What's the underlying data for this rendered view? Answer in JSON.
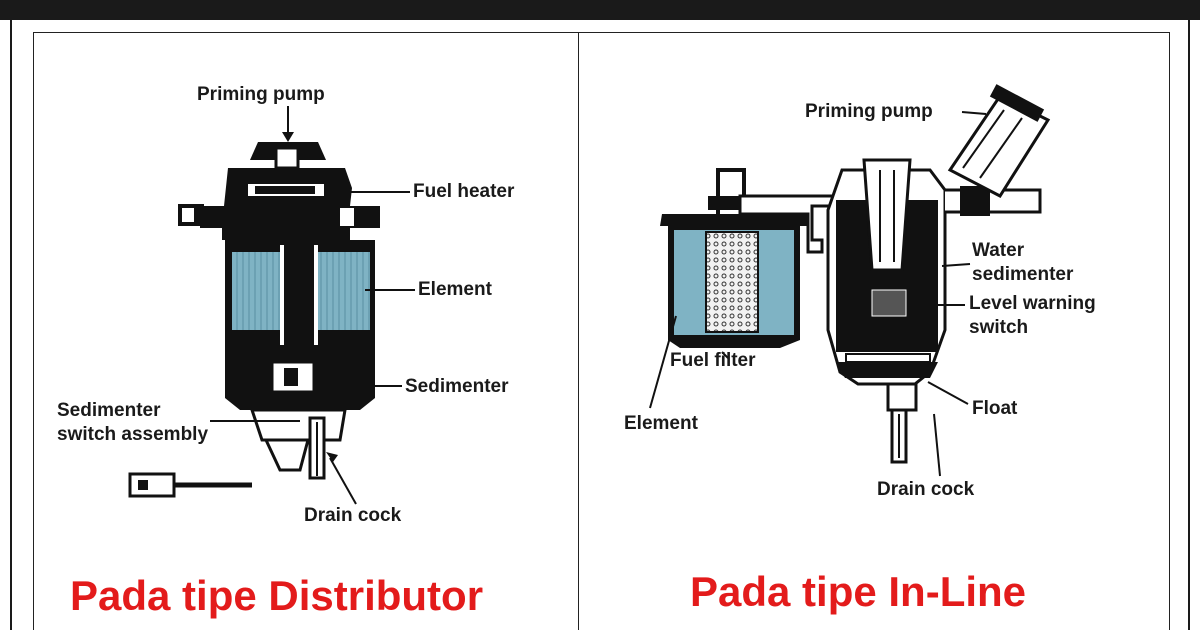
{
  "colors": {
    "caption": "#e31b1b",
    "element_fill": "#7fb3c4",
    "ink": "#1a1a1a"
  },
  "left_panel": {
    "labels": {
      "priming_pump": "Priming pump",
      "fuel_heater": "Fuel heater",
      "element": "Element",
      "sedimenter": "Sedimenter",
      "sedimenter_switch_line1": "Sedimenter",
      "sedimenter_switch_line2": "switch assembly",
      "drain_cock": "Drain cock"
    },
    "caption": "Pada tipe Distributor"
  },
  "right_panel": {
    "labels": {
      "priming_pump": "Priming pump",
      "water_sedimenter_line1": "Water",
      "water_sedimenter_line2": "sedimenter",
      "level_warning_line1": "Level warning",
      "level_warning_line2": "switch",
      "fuel_filter": "Fuel filter",
      "element": "Element",
      "float": "Float",
      "drain_cock": "Drain cock"
    },
    "caption": "Pada tipe In-Line"
  }
}
